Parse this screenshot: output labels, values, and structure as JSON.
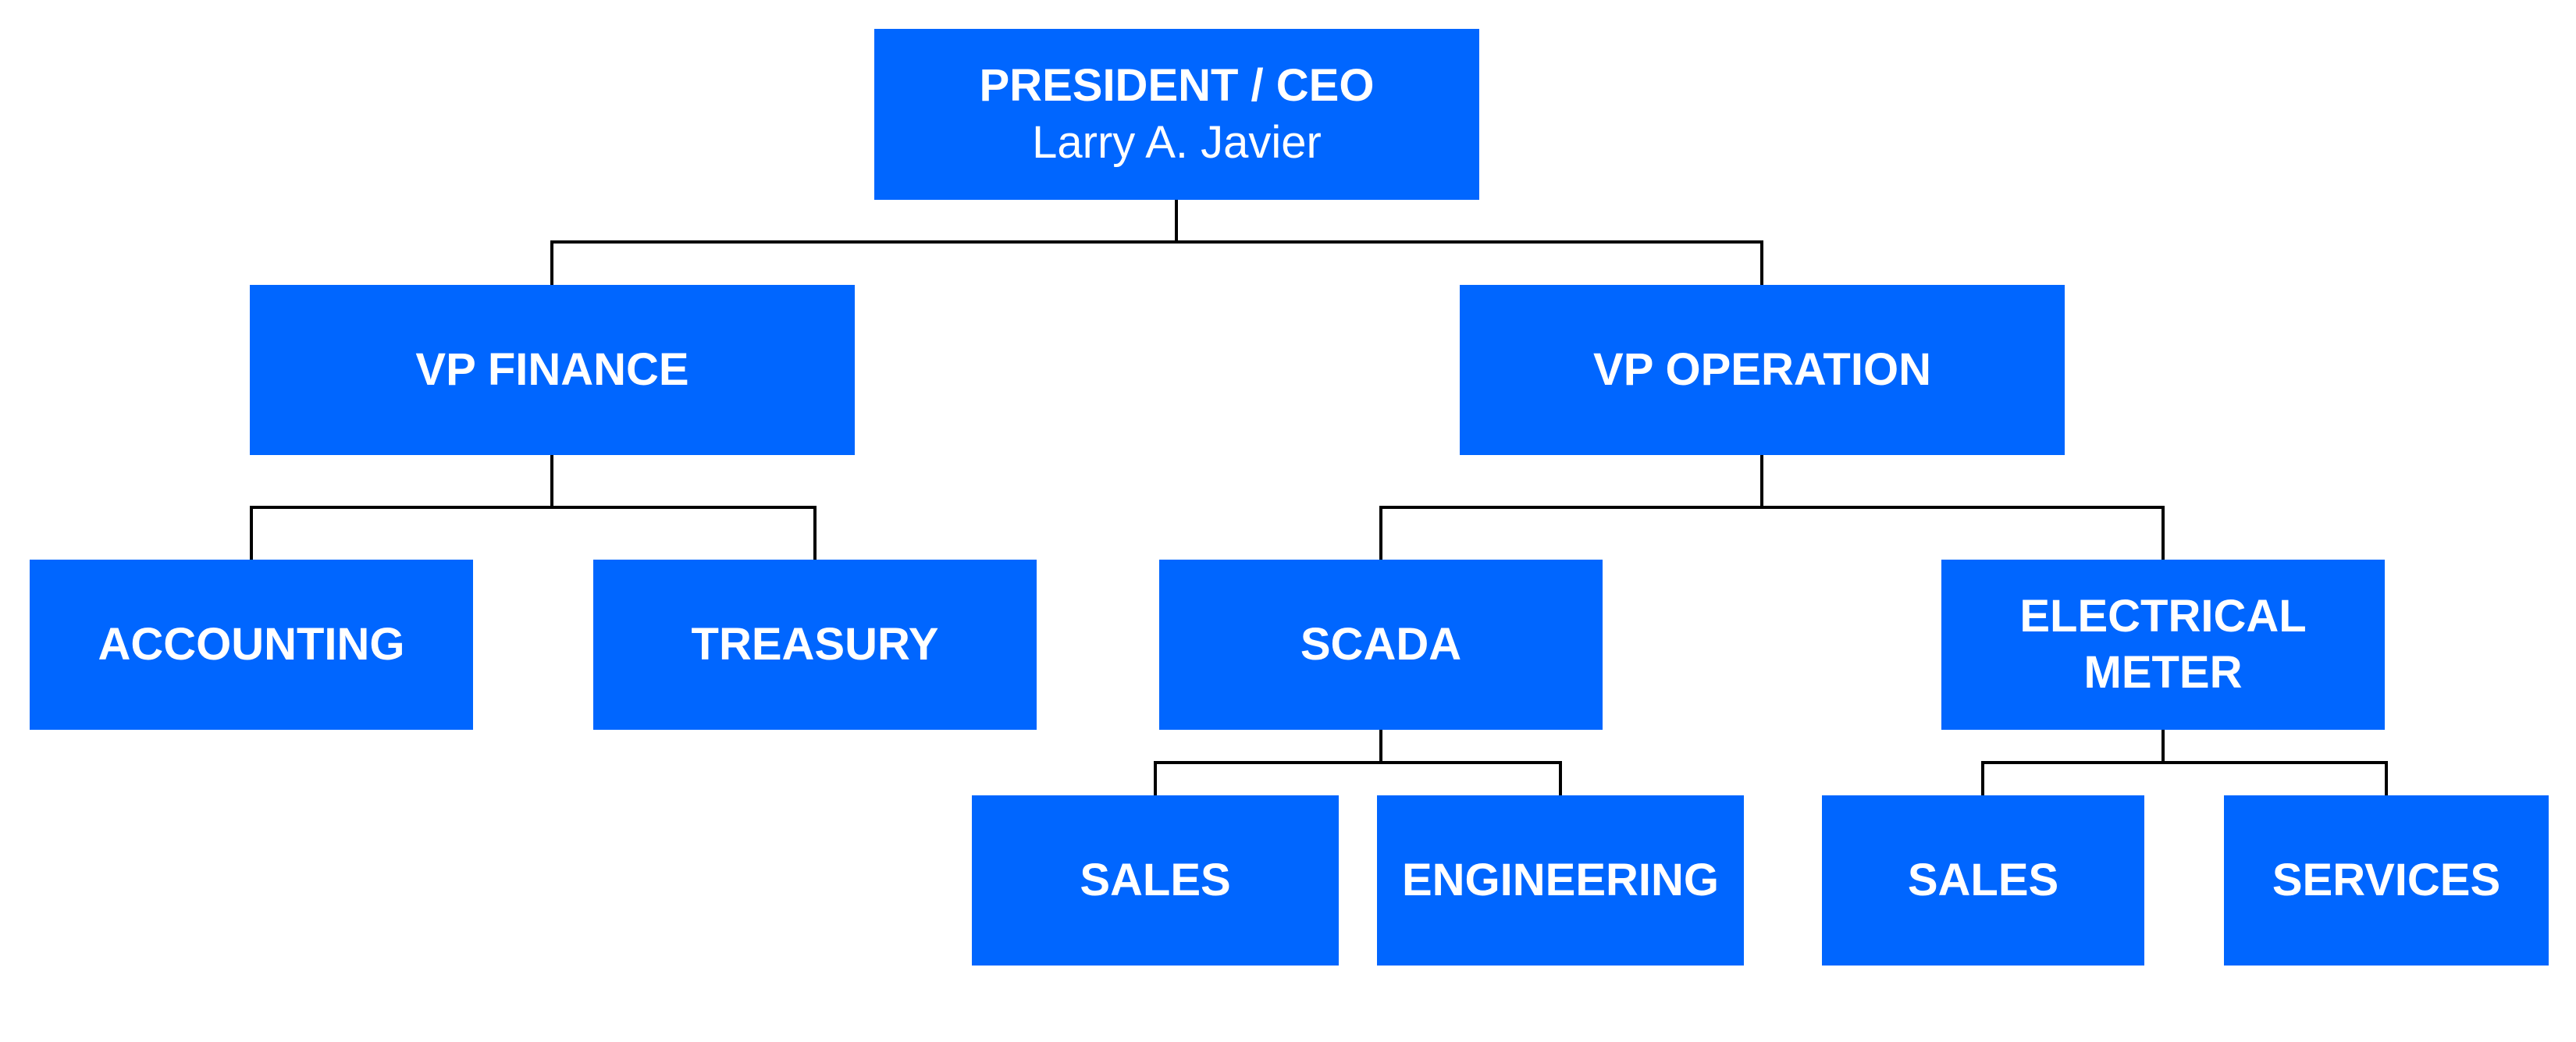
{
  "org_chart": {
    "colors": {
      "node_fill": "#0066ff",
      "node_text": "#ffffff",
      "connector": "#000000"
    },
    "ceo": {
      "title": "PRESIDENT / CEO",
      "name": "Larry A. Javier"
    },
    "vp_finance": {
      "title": "VP FINANCE",
      "children": [
        {
          "title": "ACCOUNTING"
        },
        {
          "title": "TREASURY"
        }
      ]
    },
    "vp_operation": {
      "title": "VP OPERATION",
      "children": [
        {
          "title": "SCADA",
          "children": [
            {
              "title": "SALES"
            },
            {
              "title": "ENGINEERING"
            }
          ]
        },
        {
          "title": "ELECTRICAL METER",
          "children": [
            {
              "title": "SALES"
            },
            {
              "title": "SERVICES"
            }
          ]
        }
      ]
    }
  }
}
